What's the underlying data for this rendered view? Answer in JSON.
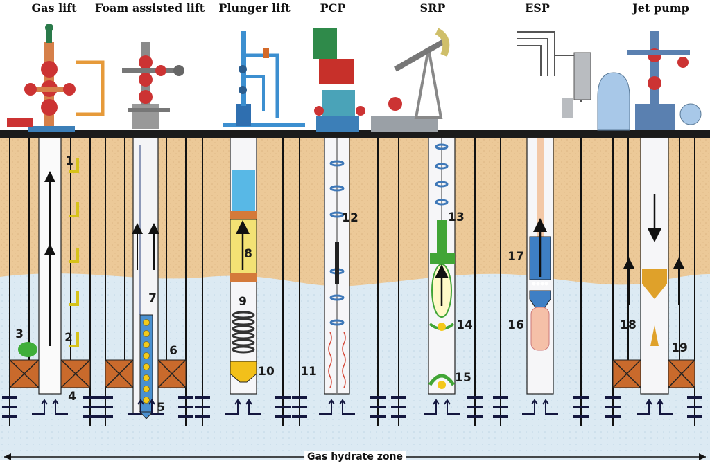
{
  "headers": [
    "Gas lift",
    "Foam assisted lift",
    "Plunger lift",
    "PCP",
    "SRP",
    "ESP",
    "Jet pump"
  ],
  "labels": [
    "1",
    "2",
    "3",
    "4",
    "5",
    "6",
    "7",
    "8",
    "9",
    "10",
    "11",
    "12",
    "13",
    "14",
    "15",
    "16",
    "17",
    "18",
    "19"
  ],
  "zone_label": "Gas hydrate zone",
  "colors": {
    "sand": "#ecc998",
    "hydrate": "#dceaf3",
    "well_line": "#111111",
    "packer": "#c96a2c",
    "plunger": "#f3e274",
    "pump_green": "#41a536",
    "esp_blue": "#3e7fc4",
    "jet_yellow": "#dfa12a",
    "ground_bar": "#1b1b1b",
    "arrow": "#14173f"
  }
}
